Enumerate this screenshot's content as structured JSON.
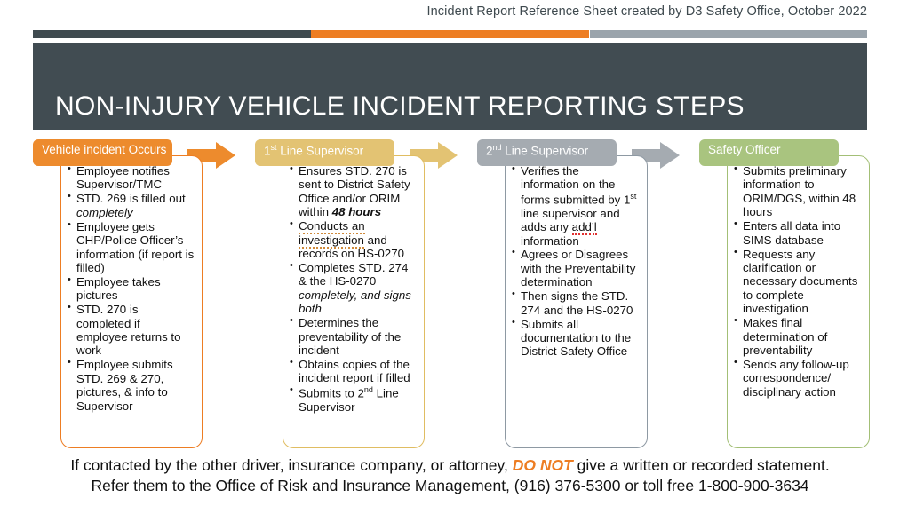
{
  "header": {
    "credit": "Incident Report Reference Sheet created by D3 Safety Office, October 2022",
    "title": "NON-INJURY VEHICLE INCIDENT REPORTING STEPS",
    "bar_colors": [
      "#3f4a4f",
      "#ED7D23",
      "#9AA4AC"
    ],
    "title_bg": "#414C52"
  },
  "columns": [
    {
      "tab_label": "Vehicle incident Occurs",
      "tab_color": "#ED8B2D",
      "border_color": "#ED7D23",
      "arrow_color": "#ED8B2D",
      "bullets": [
        "Employee notifies Supervisor/TMC",
        "STD. 269 is filled out completely",
        "Employee gets CHP/Police Officer's information (if report is filled)",
        "Employee takes pictures",
        "STD. 270 is completed if employee returns to work",
        "Employee submits STD. 269 & 270, pictures, & info to Supervisor"
      ]
    },
    {
      "tab_label": "1st Line Supervisor",
      "tab_color": "#E3C373",
      "border_color": "#E0BD62",
      "arrow_color": "#E3C373",
      "bullets": [
        "Ensures STD. 270 is sent to District Safety Office and/or ORIM within 48 hours",
        "Conducts an investigation and records on HS-0270",
        "Completes STD. 274 & the HS-0270 completely, and signs both",
        "Determines the preventability of the incident",
        "Obtains copies of the incident report if filled",
        "Submits to 2nd Line Supervisor"
      ]
    },
    {
      "tab_label": "2nd Line Supervisor",
      "tab_color": "#A5ABB1",
      "border_color": "#8E99A3",
      "arrow_color": "#A5ABB1",
      "bullets": [
        "Verifies the information on the forms submitted by 1st line supervisor and adds any add'l information",
        "Agrees or Disagrees with the Preventability determination",
        "Then signs the STD. 274 and the HS-0270",
        "Submits all documentation to the District Safety Office"
      ]
    },
    {
      "tab_label": "Safety Officer",
      "tab_color": "#A9C47F",
      "border_color": "#A3BF76",
      "arrow_color": "#A9C47F",
      "bullets": [
        "Submits preliminary information to ORIM/DGS, within 48 hours",
        "Enters all data into SIMS database",
        "Requests any clarification or necessary documents to complete investigation",
        "Makes final determination of preventability",
        "Sends any follow-up correspondence/ disciplinary action"
      ]
    }
  ],
  "footer": {
    "line1_before": "If contacted by the other driver, insurance company, or attorney,",
    "line1_emphasis": "DO NOT",
    "line1_after": "give a written or recorded statement.",
    "line2": "Refer them to the Office of Risk and Insurance Management, (916) 376-5300 or toll free 1-800-900-3634",
    "emphasis_color": "#ED7D23"
  }
}
